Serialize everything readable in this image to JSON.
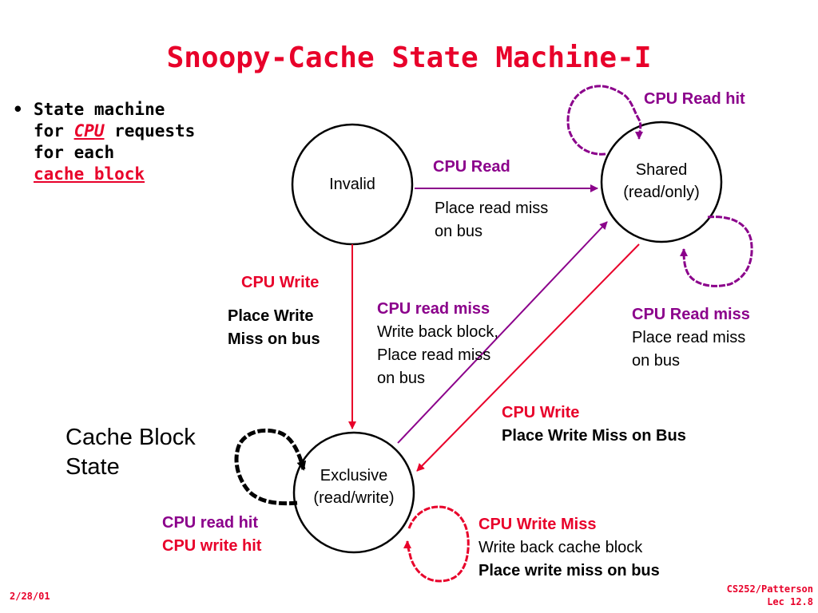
{
  "title": "Snoopy-Cache State Machine-I",
  "bullet": {
    "marker": "•",
    "line1": "State machine",
    "line2_pre": "for ",
    "line2_link": "CPU",
    "line2_post": " requests",
    "line3": "for each",
    "line4_link": "cache block"
  },
  "states": {
    "invalid": "Invalid",
    "shared_line1": "Shared",
    "shared_line2": "(read/only)",
    "exclusive_line1": "Exclusive",
    "exclusive_line2": "(read/write)"
  },
  "legend": {
    "line1": "Cache Block",
    "line2": "State"
  },
  "transitions": {
    "shared_self": {
      "event": "CPU Read hit"
    },
    "invalid_to_shared": {
      "event": "CPU Read",
      "action_line1": "Place read miss",
      "action_line2": "on bus"
    },
    "invalid_to_exclusive": {
      "event": "CPU Write",
      "action_line1": "Place Write",
      "action_line2": "Miss on bus"
    },
    "exclusive_to_shared": {
      "event": "CPU read miss",
      "action_line1": "Write back block,",
      "action_line2": "Place read miss",
      "action_line3": "on bus"
    },
    "shared_read_miss": {
      "event": "CPU Read miss",
      "action_line1": "Place read miss",
      "action_line2": "on bus"
    },
    "shared_to_exclusive": {
      "event": "CPU Write",
      "action": "Place Write Miss on Bus"
    },
    "exclusive_self_hits": {
      "line1": "CPU read hit",
      "line2": "CPU write hit"
    },
    "exclusive_write_miss": {
      "event": "CPU Write Miss",
      "action_line1": "Write back cache block",
      "action_line2": "Place write miss on bus"
    }
  },
  "footer": {
    "date": "2/28/01",
    "course": "CS252/Patterson",
    "lecture": "Lec 12.8"
  },
  "colors": {
    "title": "#e8002a",
    "purple": "#8b008b",
    "red": "#e8002a",
    "black": "#000000"
  }
}
